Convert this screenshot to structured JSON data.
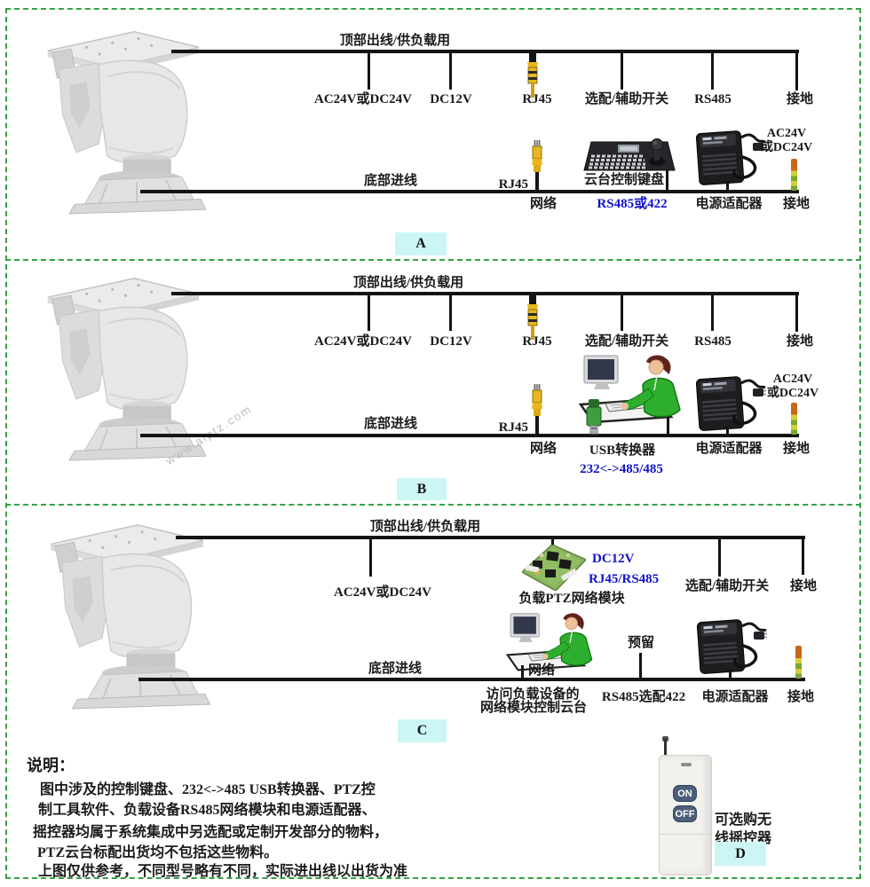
{
  "shared": {
    "top_line": "顶部出线/供负载用",
    "bottom_line": "底部进线",
    "ac_or_dc": "AC24V或DC24V",
    "dc12v": "DC12V",
    "rj45": "RJ45",
    "aux_switch": "选配/辅助开关",
    "rs485": "RS485",
    "ground": "接地",
    "network": "网络",
    "ac_line1": "AC24V",
    "ac_line2": "或DC24V",
    "adapter": "电源适配器"
  },
  "section_a": {
    "tag": "A",
    "keyboard_label": "云台控制键盘",
    "keyboard_iface": "RS485或422"
  },
  "section_b": {
    "tag": "B",
    "usb_label": "USB转换器",
    "usb_iface": "232<->485/485"
  },
  "section_c": {
    "tag": "C",
    "pcb_label": "负载PTZ网络模块",
    "pcb_power": "DC12V",
    "pcb_iface": "RJ45/RS485",
    "reserved": "预留",
    "rs485_422": "RS485选配422",
    "visit_line1": "访问负载设备的",
    "visit_line2": "网络模块控制云台"
  },
  "notes": {
    "title": "说明：",
    "lines": [
      "图中涉及的控制键盘、232<->485 USB转换器、PTZ控",
      "制工具软件、负载设备RS485网络模块和电源适配器、",
      "摇控器均属于系统集成中另选配或定制开发部分的物料，",
      "PTZ云台标配出货均不包括这些物料。",
      "上图仅供参考，不同型号略有不同，实际进出线以出货为准"
    ]
  },
  "remote": {
    "on": "ON",
    "off": "OFF",
    "caption_line1": "可选购无",
    "caption_line2": "线摇控器",
    "tag": "D"
  },
  "watermark": "www.aiptz.com",
  "colors": {
    "dashed_border": "#35a244",
    "tag_background": "#ccf6f6",
    "blue_text": "#1212cc",
    "wire": "#141414",
    "ground_wire": [
      "#c9661a",
      "#d4cf3a",
      "#76a832"
    ]
  },
  "icons": {
    "ptz-camera-icon": "gray pan-tilt camera platform illustration",
    "rj45-cable-icon": "yellow RJ45 network plug with cable",
    "control-keyboard-icon": "black PTZ keyboard with joystick",
    "power-adapter-icon": "black power adapter with cords",
    "operator-computer-icon": "person in green shirt at computer",
    "usb-converter-icon": "green USB serial converter stick",
    "network-module-icon": "green PCB circuit board",
    "ground-wire-icon": "orange and yellow-green ground wire",
    "remote-control-icon": "white wireless remote with antenna"
  }
}
